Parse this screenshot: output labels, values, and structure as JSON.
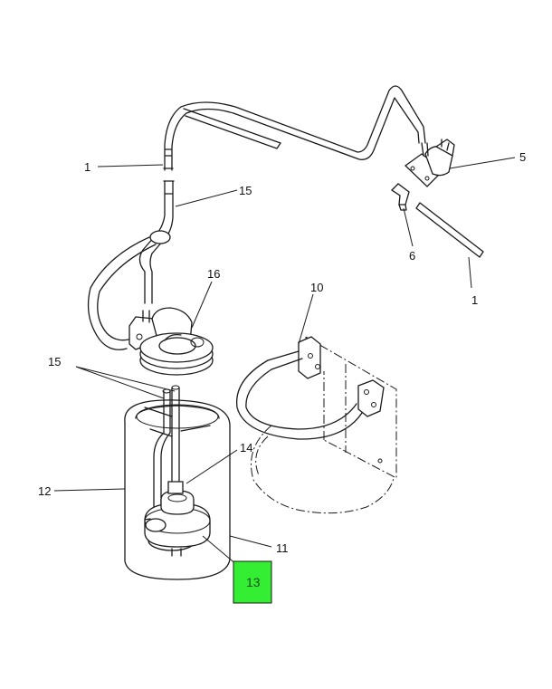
{
  "callouts": {
    "c1_left": "1",
    "c15_top": "15",
    "c16": "16",
    "c5": "5",
    "c6": "6",
    "c1_right": "1",
    "c10": "10",
    "c15_left": "15",
    "c14": "14",
    "c12": "12",
    "c11": "11",
    "c13": "13"
  },
  "highlight": {
    "color": "#33ee33",
    "callout": "13"
  }
}
